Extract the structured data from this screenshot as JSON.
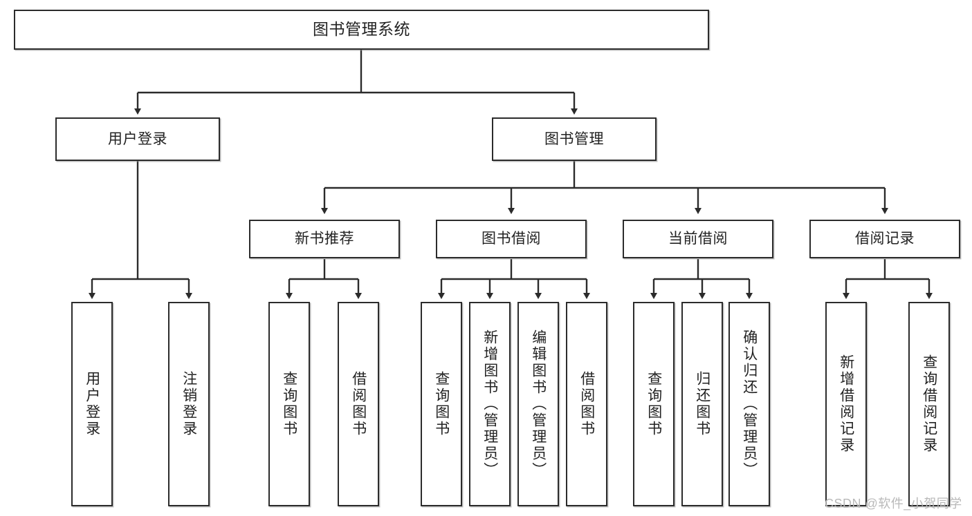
{
  "diagram": {
    "type": "tree",
    "title": "图书管理系统",
    "orientation": "top-down",
    "colors": {
      "box_border": "#2b2b2b",
      "box_fill": "#ffffff",
      "edge": "#2b2b2b",
      "text": "#222222",
      "watermark": "#b9b9b9"
    },
    "root": {
      "label": "图书管理系统"
    },
    "level2": [
      {
        "label": "用户登录"
      },
      {
        "label": "图书管理"
      }
    ],
    "level3": [
      {
        "label": "新书推荐"
      },
      {
        "label": "图书借阅"
      },
      {
        "label": "当前借阅"
      },
      {
        "label": "借阅记录"
      }
    ],
    "leaves": {
      "user_login": [
        {
          "label": "用户登录"
        },
        {
          "label": "注销登录"
        }
      ],
      "new_book_recommend": [
        {
          "label": "查询图书"
        },
        {
          "label": "借阅图书"
        }
      ],
      "book_borrow": [
        {
          "label": "查询图书"
        },
        {
          "label": "新增图书（管理员）"
        },
        {
          "label": "编辑图书（管理员）"
        },
        {
          "label": "借阅图书"
        }
      ],
      "current_borrow": [
        {
          "label": "查询图书"
        },
        {
          "label": "归还图书"
        },
        {
          "label": "确认归还（管理员）"
        }
      ],
      "borrow_record": [
        {
          "label": "新增借阅记录"
        },
        {
          "label": "查询借阅记录"
        }
      ]
    }
  },
  "watermark": {
    "text": "CSDN @软件_小贺同学"
  }
}
